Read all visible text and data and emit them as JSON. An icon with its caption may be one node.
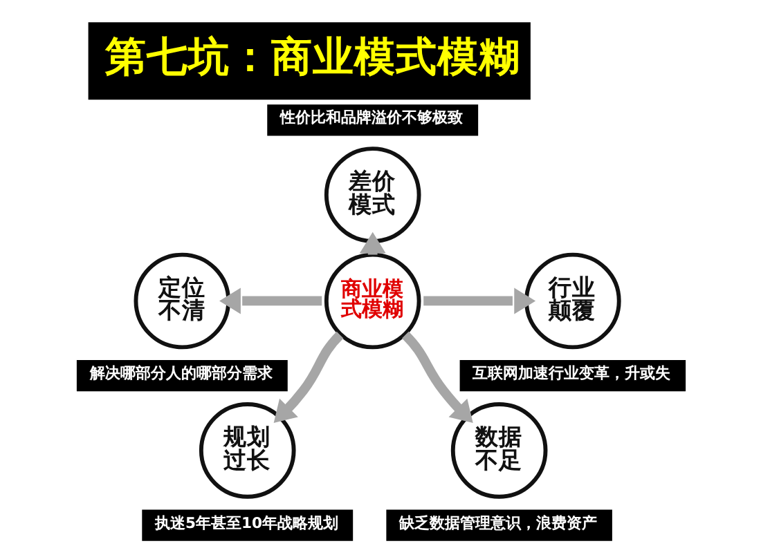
{
  "diagram": {
    "title": "第七坑：商业模式模糊",
    "nodes": [
      {
        "text": [
          "性价比和品牌溢价不够极致"
        ]
      },
      {
        "text": [
          "差价模式"
        ]
      },
      {
        "text": [
          "定位不清"
        ]
      },
      {
        "text": [
          "商业模式模糊"
        ]
      },
      {
        "text": [
          "行业颠覆"
        ]
      },
      {
        "text": [
          "解决哪部分人的哪部分需求"
        ]
      },
      {
        "text": [
          "互联网加速行业变革，升或失"
        ]
      },
      {
        "text": [
          "规划过长"
        ]
      },
      {
        "text": [
          "数据不足"
        ]
      },
      {
        "text": [
          "执迷5年甚至10年战略规划"
        ]
      },
      {
        "text": [
          "缺乏数据管理意识，浪费资产"
        ]
      }
    ],
    "edges": [
      {
        "from": 3,
        "to": 1,
        "arrow": "to"
      },
      {
        "from": 3,
        "to": 4,
        "arrow": "to"
      },
      {
        "from": 3,
        "to": 8,
        "arrow": "to"
      },
      {
        "from": 3,
        "to": 7,
        "arrow": "to"
      },
      {
        "from": 3,
        "to": 2,
        "arrow": "to"
      }
    ]
  }
}
